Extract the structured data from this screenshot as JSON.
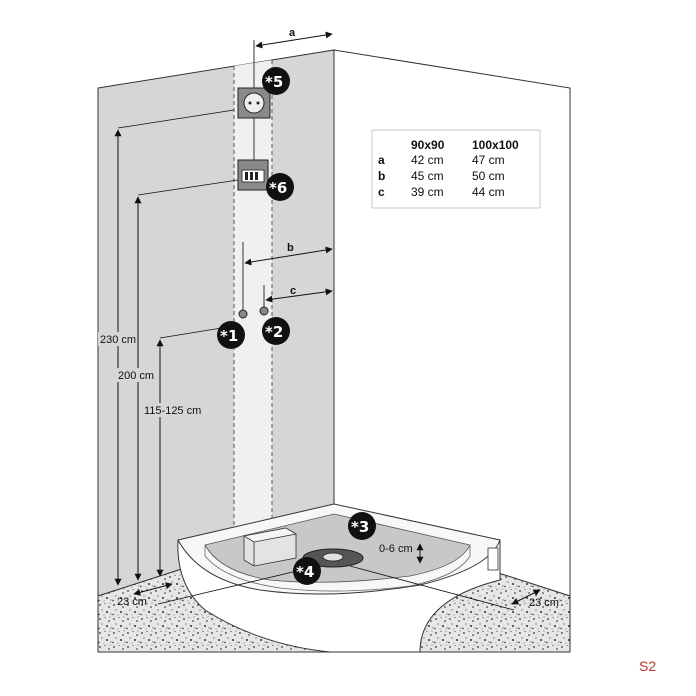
{
  "dimensions": {
    "a_label": "a",
    "b_label": "b",
    "c_label": "c",
    "height_230": "230 cm",
    "height_200": "200 cm",
    "height_115_125": "115-125 cm",
    "depth_0_6": "0-6 cm",
    "left_23": "23 cm",
    "right_23": "23 cm"
  },
  "markers": {
    "m1": "*1",
    "m2": "*2",
    "m3": "*3",
    "m4": "*4",
    "m5": "*5",
    "m6": "*6"
  },
  "table": {
    "headers": [
      "",
      "90x90",
      "100x100"
    ],
    "rows": [
      {
        "key": "a",
        "v90": "42 cm",
        "v100": "47 cm"
      },
      {
        "key": "b",
        "v90": "45 cm",
        "v100": "50 cm"
      },
      {
        "key": "c",
        "v90": "39 cm",
        "v100": "44 cm"
      }
    ]
  },
  "code": "S2"
}
